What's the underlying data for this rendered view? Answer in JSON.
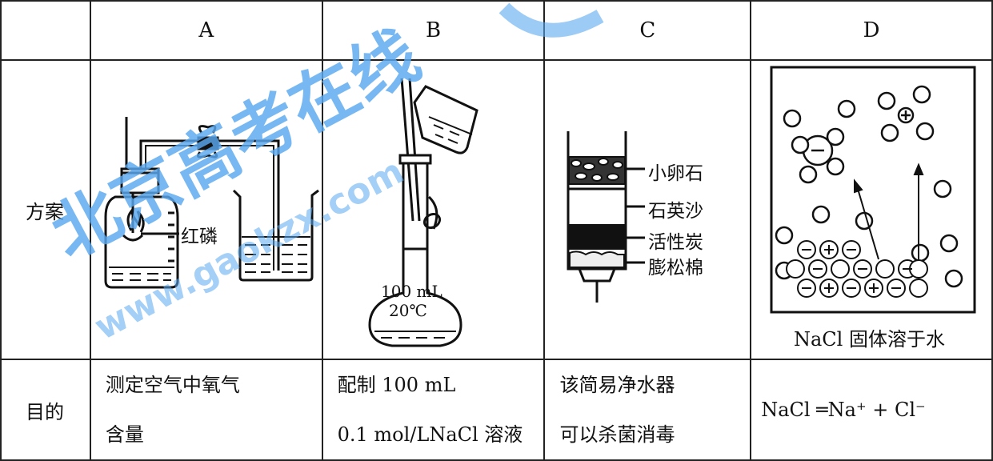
{
  "headers": [
    "A",
    "B",
    "C",
    "D"
  ],
  "row_labels": {
    "scheme": "方案",
    "purpose": "目的"
  },
  "figure_labels": {
    "a_red_phosphorus": "红磷",
    "b_flask_volume": "100 mL",
    "b_flask_temp": "20℃",
    "c_layers": [
      "小卵石",
      "石英沙",
      "活性炭",
      "膨松棉"
    ],
    "d_caption": "NaCl 固体溶于水"
  },
  "purposes": {
    "A": [
      "测定空气中氧气",
      "含量"
    ],
    "B": [
      "配制 100 mL",
      "0.1 mol/LNaCl 溶液"
    ],
    "C": [
      "该简易净水器",
      "可以杀菌消毒"
    ],
    "D": "NaCl ═Na⁺ + Cl⁻"
  },
  "watermark": {
    "text": "北京高考在线",
    "url": "www.gaokzx.com",
    "color": "#5aa9f0"
  }
}
